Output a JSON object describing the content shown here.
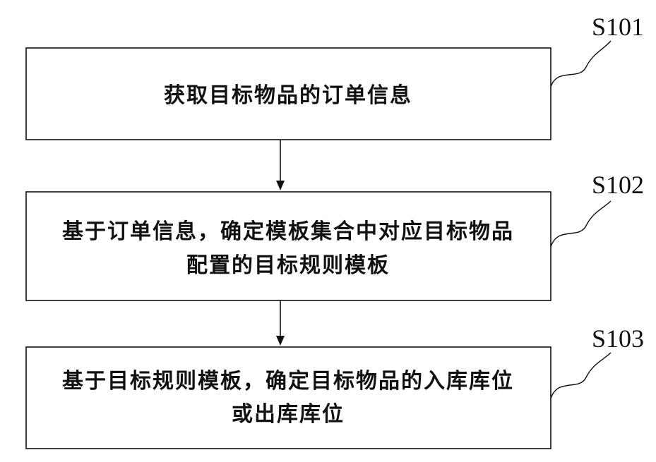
{
  "steps": [
    {
      "id": "S101",
      "lines": [
        "获取目标物品的订单信息"
      ]
    },
    {
      "id": "S102",
      "lines": [
        "基于订单信息，确定模板集合中对应目标物品",
        "配置的目标规则模板"
      ]
    },
    {
      "id": "S103",
      "lines": [
        "基于目标规则模板，确定目标物品的入库库位",
        "或出库库位"
      ]
    }
  ]
}
